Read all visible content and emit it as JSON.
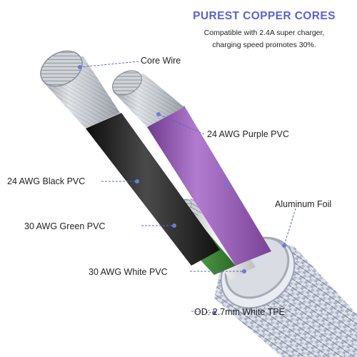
{
  "header": {
    "title": "PUREST COPPER CORES",
    "line1": "Compatible with 2.4A super charger,",
    "line2": "charging speed promotes 30%."
  },
  "callouts": {
    "core_wire": "Core Wire",
    "purple": "24 AWG Purple PVC",
    "black": "24 AWG Black PVC",
    "foil": "Aluminum Foil",
    "green": "30 AWG Green PVC",
    "white": "30 AWG White PVC",
    "jacket": "OD: 2.7mm White TPE"
  },
  "colors": {
    "title": "#5863d6",
    "leader": "#5a62c8",
    "dot": "#6e78e0",
    "purple_insulation": "#9b5bb8",
    "black_insulation": "#1c1c1c",
    "green_insulation": "#3f8a3a",
    "white_insulation": "#e6e6e6",
    "copper_strands": "#c8ccd2"
  }
}
